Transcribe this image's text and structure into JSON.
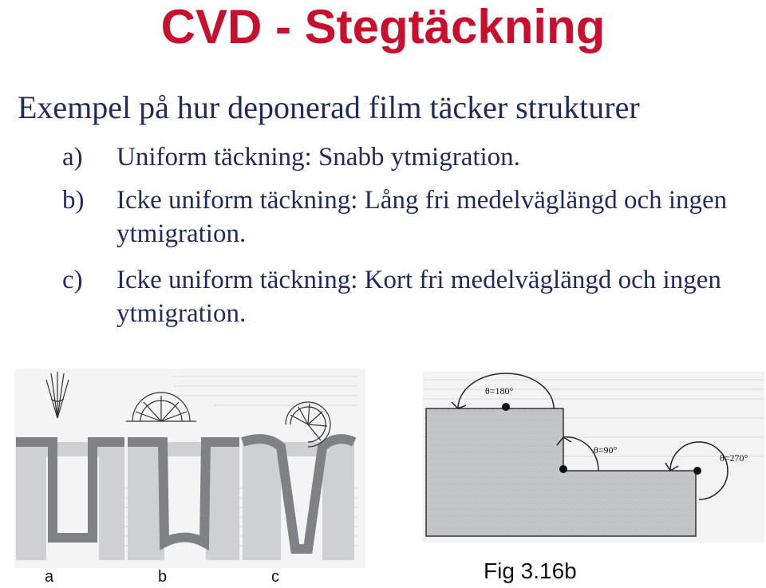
{
  "slide": {
    "title": "CVD - Stegtäckning",
    "lead": "Exempel på hur deponerad film täcker strukturer",
    "items": [
      {
        "marker": "a)",
        "text": "Uniform täckning: Snabb ytmigration."
      },
      {
        "marker": "b)",
        "text": "Icke uniform täckning: Lång fri medelväglängd och ingen ytmigration."
      },
      {
        "marker": "c)",
        "text": "Icke uniform täckning: Kort fri medelväglängd och ingen ytmigration."
      }
    ]
  },
  "left_figure": {
    "labels": [
      "a",
      "b",
      "c"
    ]
  },
  "right_figure": {
    "angles": [
      "θ=180°",
      "θ=90°",
      "θ=270°"
    ],
    "caption": "Fig 3.16b"
  },
  "colors": {
    "title": "#c8102e",
    "text": "#1f2a5e",
    "substrate": "#cfd0d2",
    "film": "#7f8184"
  }
}
